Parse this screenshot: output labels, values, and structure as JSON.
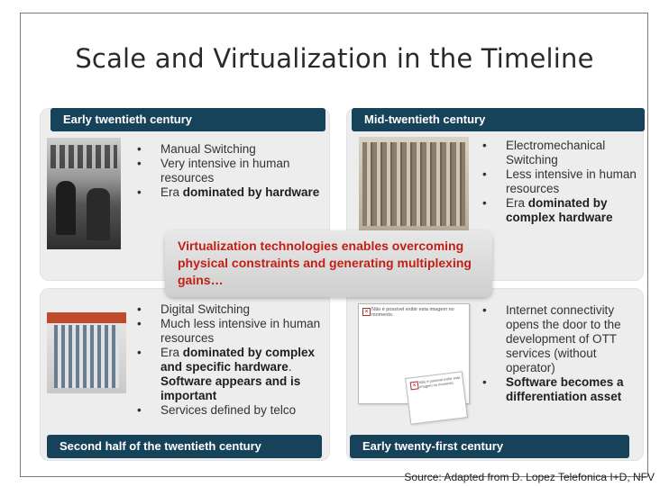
{
  "title": "Scale and Virtualization in the Timeline",
  "quadrants": {
    "q1": {
      "header": "Early twentieth century",
      "bullets": [
        {
          "plain": "Manual Switching",
          "bold": "",
          "tail": "",
          "bold2": ""
        },
        {
          "plain": "Very intensive in human resources",
          "bold": "",
          "tail": "",
          "bold2": ""
        },
        {
          "plain": "Era ",
          "bold": "dominated by hardware",
          "tail": "",
          "bold2": ""
        }
      ]
    },
    "q2": {
      "header": "Mid-twentieth century",
      "bullets": [
        {
          "plain": "Electromechanical Switching",
          "bold": "",
          "tail": "",
          "bold2": ""
        },
        {
          "plain": "Less intensive in human resources",
          "bold": "",
          "tail": "",
          "bold2": ""
        },
        {
          "plain": "Era ",
          "bold": "dominated by complex hardware",
          "tail": "",
          "bold2": ""
        }
      ]
    },
    "q3": {
      "header": "Second half of the twentieth century",
      "bullets": [
        {
          "plain": "Digital Switching",
          "bold": "",
          "tail": "",
          "bold2": ""
        },
        {
          "plain": "Much less intensive in human resources",
          "bold": "",
          "tail": "",
          "bold2": ""
        },
        {
          "plain": "Era ",
          "bold": "dominated by complex and specific hardware",
          "tail": ". ",
          "bold2": "Software appears and is important"
        },
        {
          "plain": "Services defined by telco",
          "bold": "",
          "tail": "",
          "bold2": ""
        }
      ]
    },
    "q4": {
      "header": "Early twenty-first century",
      "bullets": [
        {
          "plain": "Internet connectivity opens the door to the development of OTT services (without operator)",
          "bold": "",
          "tail": "",
          "bold2": ""
        },
        {
          "plain": "",
          "bold": "Software becomes a differentiation asset",
          "tail": "",
          "bold2": ""
        }
      ]
    }
  },
  "callout": "Virtualization technologies enables overcoming physical constraints and generating multiplexing gains…",
  "broken_image_text": "Não é possível exibir esta imagem no momento.",
  "source": "Source: Adapted from D. Lopez Telefonica I+D, NFV"
}
